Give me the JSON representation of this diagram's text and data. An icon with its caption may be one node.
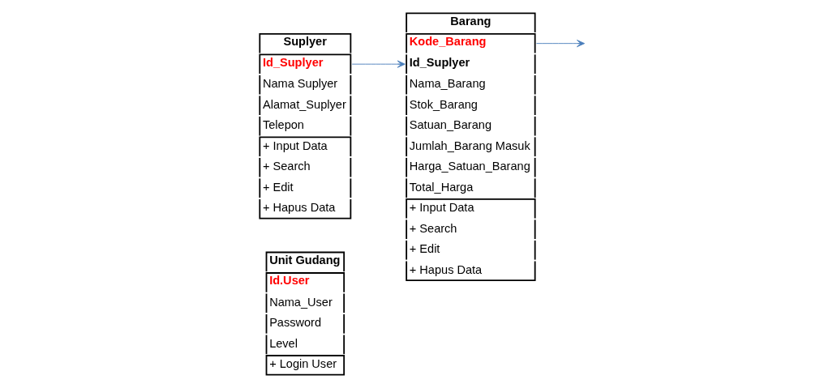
{
  "diagram": {
    "nodes": [
      {
        "text": [
          "Unit Gudang",
          "Id.User",
          "Nama_User",
          "Password",
          "Level",
          "+ Login User"
        ]
      },
      {
        "text": [
          "Suplyer",
          "Id_Suplyer",
          "Nama Suplyer",
          "Alamat_Suplyer",
          "Telepon",
          "+ Input Data",
          "+ Search",
          "+ Edit",
          "+ Hapus Data"
        ]
      },
      {
        "text": [
          "Barang",
          "Kode_Barang",
          "Id_Suplyer",
          "Nama_Barang",
          "Stok_Barang",
          "Satuan_Barang",
          "Jumlah_Barang Masuk",
          "Harga_Satuan_Barang",
          "Total_Harga",
          "+ Input Data",
          "+ Search",
          "+ Edit",
          "+ Hapus Data"
        ]
      }
    ],
    "edges": [
      {
        "from": 1,
        "to": 2,
        "arrow": "to",
        "color": "#4a7ebb"
      },
      {
        "from": 2,
        "to": null,
        "arrow": "to",
        "color": "#4a7ebb"
      }
    ]
  }
}
